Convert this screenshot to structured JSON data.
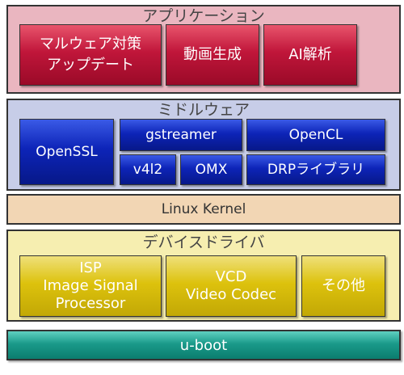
{
  "layers": {
    "application": {
      "title": "アプリケーション",
      "blocks": [
        "マルウェア対策\nアップデート",
        "動画生成",
        "AI解析"
      ],
      "color": "#c0163a"
    },
    "middleware": {
      "title": "ミドルウェア",
      "blocks": [
        "OpenSSL",
        "gstreamer",
        "v4l2",
        "OMX",
        "OpenCL",
        "DRPライブラリ"
      ],
      "color": "#0d24b8"
    },
    "kernel": {
      "title": "Linux Kernel",
      "color": "#f2d6b4"
    },
    "drivers": {
      "title": "デバイスドライバ",
      "blocks": [
        "ISP\nImage Signal\nProcessor",
        "VCD\nVideo Codec",
        "その他"
      ],
      "color": "#ddc20d"
    },
    "bootloader": {
      "title": "u-boot",
      "color": "#1a9a8a"
    }
  }
}
